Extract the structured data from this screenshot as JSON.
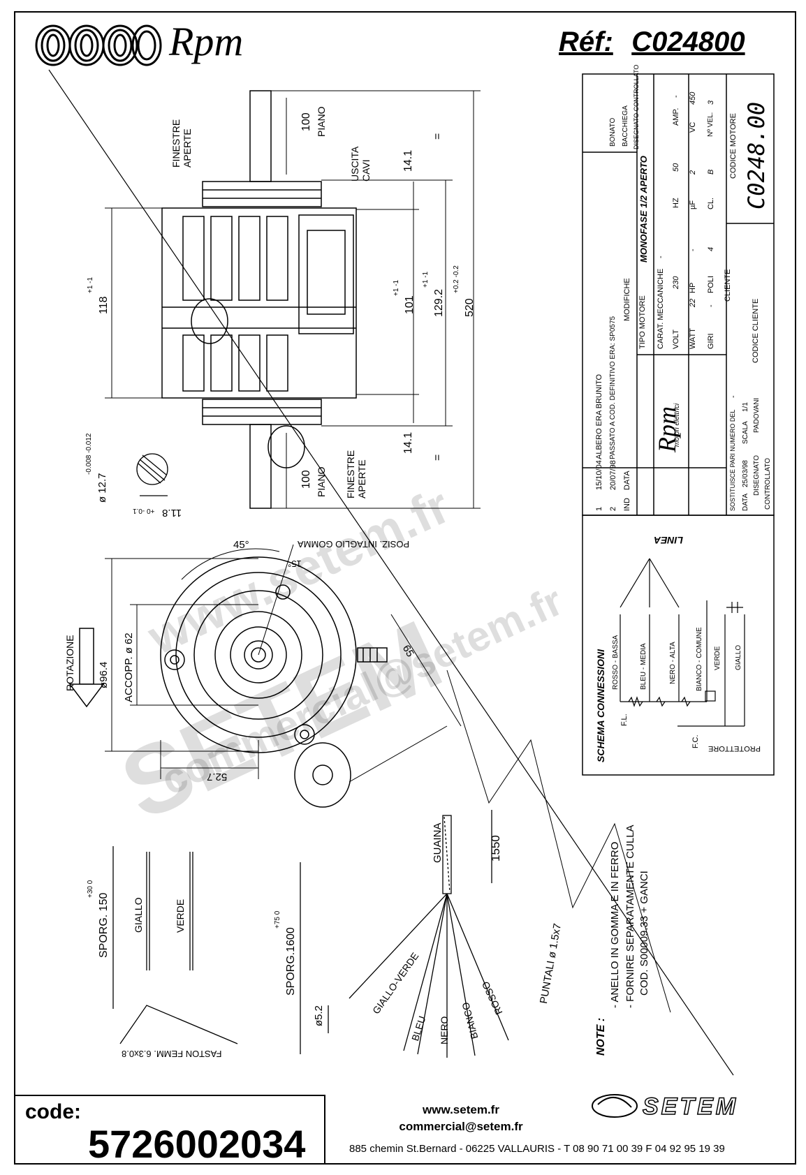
{
  "header": {
    "brand": "Rpm",
    "ref_label": "Réf:",
    "ref_value": "C024800"
  },
  "motor_drawing": {
    "labels": {
      "finestre_aperte_top": "FINESTRE APERTE",
      "finestre_aperte_bottom": "FINESTRE APERTE",
      "uscita_cavi": "USCITA CAVI",
      "piano_top": "PIANO",
      "piano_bottom": "PIANO",
      "dim_100_top": "100",
      "dim_100_bottom": "100",
      "dim_14_1_top": "14.1",
      "dim_14_1_bottom": "14.1",
      "dim_118": "118",
      "dim_118_tol": "+1 -1",
      "dim_101": "101",
      "dim_101_tol": "+1 -1",
      "dim_129_2": "129.2",
      "dim_129_2_tol": "+1 -1",
      "dim_520": "520",
      "dim_520_tol": "+0.2 -0.2",
      "eq_top": "=",
      "eq_bottom": "=",
      "shaft_dia": "ø 12.7",
      "shaft_dia_tol": "-0.008 -0.012",
      "flat": "11.8",
      "flat_tol": "+0 -0.1"
    }
  },
  "front_view": {
    "labels": {
      "angle_45": "45°",
      "angle_15": "15°",
      "posiz": "POSIZ. INTAGLIO GOMMA",
      "rotazione": "ROTAZIONE",
      "dia_96": "ø96.4",
      "accopp": "ACCOPP. ø 62",
      "dim_52_7": "52.7",
      "dim_65": "65"
    }
  },
  "title_block": {
    "revisions": [
      {
        "ind": "1",
        "data": "15/10/04",
        "modifiche": "ALBERO ERA BRUNITO"
      },
      {
        "ind": "2",
        "data": "20/07/98",
        "modifiche": "PASSATO A COD. DEFINITIVO ERA: SP0575"
      }
    ],
    "rev_headers": {
      "ind": "IND",
      "data": "DATA",
      "modifiche": "MODIFICHE"
    },
    "signatures": [
      "BONATO",
      "BACCHIEGA"
    ],
    "signature_header": "DISEGNATO CONTROLLATO",
    "tipo_motore_label": "TIPO MOTORE",
    "tipo_motore": "MONOFASE 1/2 APERTO",
    "carat_label": "CARAT. MECCANICHE",
    "carat_value": "-",
    "specs": [
      {
        "k": "VOLT",
        "v": "230"
      },
      {
        "k": "HZ",
        "v": "50"
      },
      {
        "k": "AMP.",
        "v": "-"
      },
      {
        "k": "WATT",
        "v": "22"
      },
      {
        "k": "HP",
        "v": "-"
      },
      {
        "k": "µF",
        "v": "2"
      },
      {
        "k": "VC",
        "v": "450"
      },
      {
        "k": "GIRI",
        "v": "-"
      },
      {
        "k": "POLI",
        "v": "4"
      },
      {
        "k": "CL.",
        "v": "B"
      },
      {
        "k": "Nº VEL.",
        "v": "3"
      }
    ],
    "cliente_label": "CLIENTE",
    "codice_cliente_label": "CODICE CLIENTE",
    "codice_motore_label": "CODICE MOTORE",
    "codice_motore": "C0248.00",
    "company_sub": "motori elettrici",
    "sostituisce": "SOSTITUISCE PARI NUMERO DEL",
    "sostituisce_val": "-",
    "data_label": "DATA",
    "data_val": "25/03/98",
    "scala_label": "SCALA",
    "scala_val": "1/1",
    "disegnato_label": "DISEGNATO",
    "disegnato_val": "PADOVANI",
    "controllato_label": "CONTROLLATO"
  },
  "schema": {
    "title": "SCHEMA CONNESSIONI",
    "linea": "LINEA",
    "wires": [
      "ROSSO - BASSA",
      "BLEU - MEDIA",
      "NERO - ALTA",
      "BIANCO - COMUNE",
      "VERDE",
      "GIALLO"
    ],
    "fl": "F.L.",
    "fc": "F.C.",
    "protettore": "PROTETTORE"
  },
  "cables": {
    "guaina": "GUAINA",
    "dim_1550": "1550",
    "sporg_1600": "SPORG.1600",
    "sporg_1600_tol": "+75 0",
    "sporg_150": "SPORG. 150",
    "sporg_150_tol": "+30 0",
    "giallo": "GIALLO",
    "verde": "VERDE",
    "faston": "FASTON FEMM. 6.3x0.8",
    "dia_5_2": "ø5.2",
    "puntali": "PUNTALI ø 1.5x7",
    "wires": [
      "GIALLO-VERDE",
      "BLEU",
      "NERO",
      "BIANCO",
      "ROSSO"
    ]
  },
  "notes": {
    "title": "NOTE :",
    "lines": [
      "- ANELLO IN GOMMA E IN FERRO",
      "- FORNIRE SEPARATAMENTE CULLA",
      "COD. S00009.33 + GANCI"
    ]
  },
  "watermarks": [
    "www.setem.fr",
    "SETEM",
    "commercial@setem.fr"
  ],
  "footer": {
    "code_label": "code:",
    "code_value": "5726002034",
    "web": "www.setem.fr",
    "email": "commercial@setem.fr",
    "address": "885 chemin St.Bernard  -  06225 VALLAURIS  -  T 08 90 71 00 39   F 04 92 95 19 39",
    "setem_logo": "SETEM"
  }
}
